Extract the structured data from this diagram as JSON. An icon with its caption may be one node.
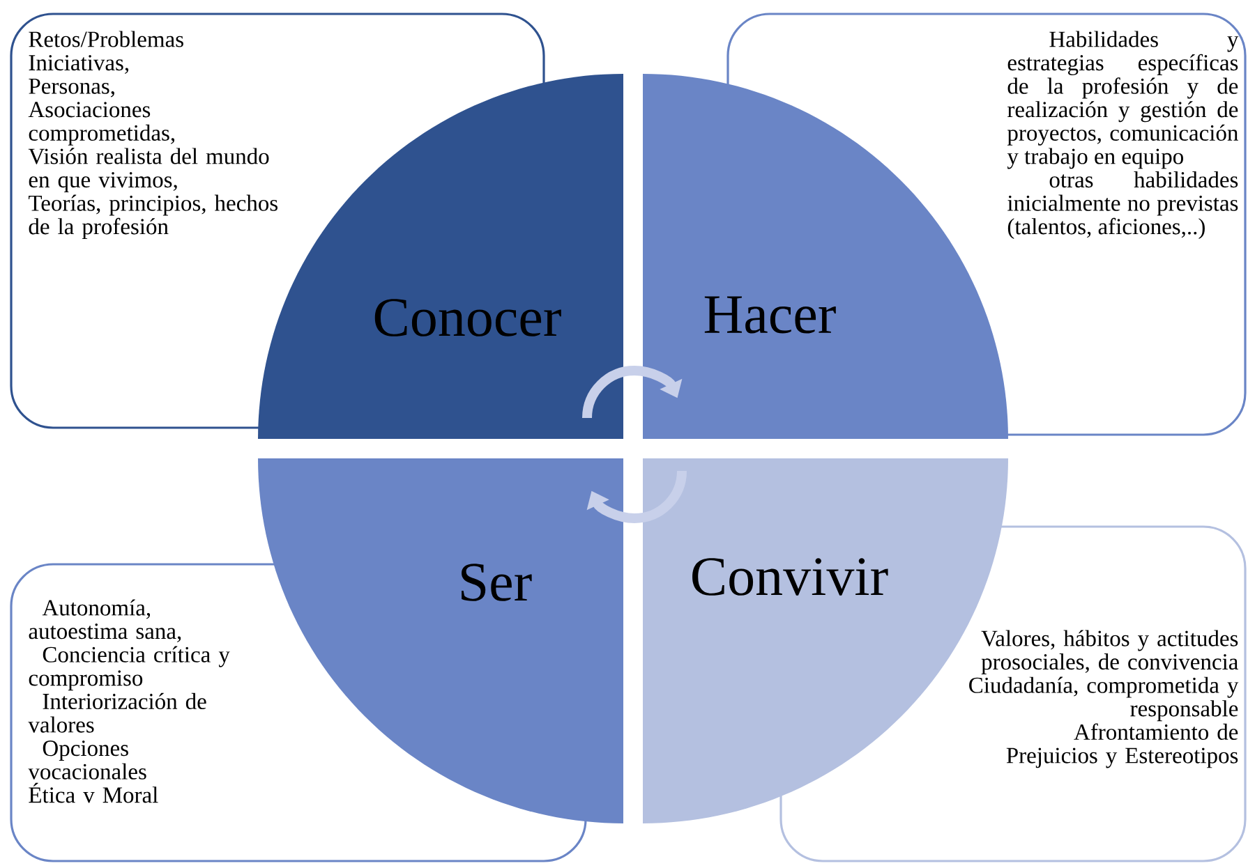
{
  "diagram": {
    "nodes": [
      {
        "text": [
          "Conocer"
        ]
      },
      {
        "text": [
          "Hacer"
        ]
      },
      {
        "text": [
          "Ser"
        ]
      },
      {
        "text": [
          "Convivir"
        ]
      },
      {
        "text": [
          "Retos/Problemas",
          "Iniciativas,",
          "Personas,",
          "Asociaciones comprometidas,",
          "Visión realista del mundo en que vivimos,",
          "Teorías, principios, hechos de la profesión"
        ]
      },
      {
        "text": [
          "Habilidades y estrategias específicas de la profesión y de realización y gestión de proyectos, comunicación y trabajo en equipo",
          "otras habilidades inicialmente no previstas (talentos, aficiones,..)"
        ]
      },
      {
        "text": [
          "Autonomía, autoestima sana,",
          "Conciencia crítica y compromiso",
          "Interiorización de valores",
          "Opciones vocacionales",
          "Ética v Moral"
        ]
      },
      {
        "text": [
          "Valores, hábitos y actitudes prosociales, de convivencia",
          "Ciudadanía, comprometida y responsable",
          "Afrontamiento de Prejuicios y Estereotipos"
        ]
      }
    ],
    "edges": [
      {
        "from": 0,
        "to": 1,
        "arrow": "to"
      },
      {
        "from": 3,
        "to": 2,
        "arrow": "to"
      }
    ]
  }
}
